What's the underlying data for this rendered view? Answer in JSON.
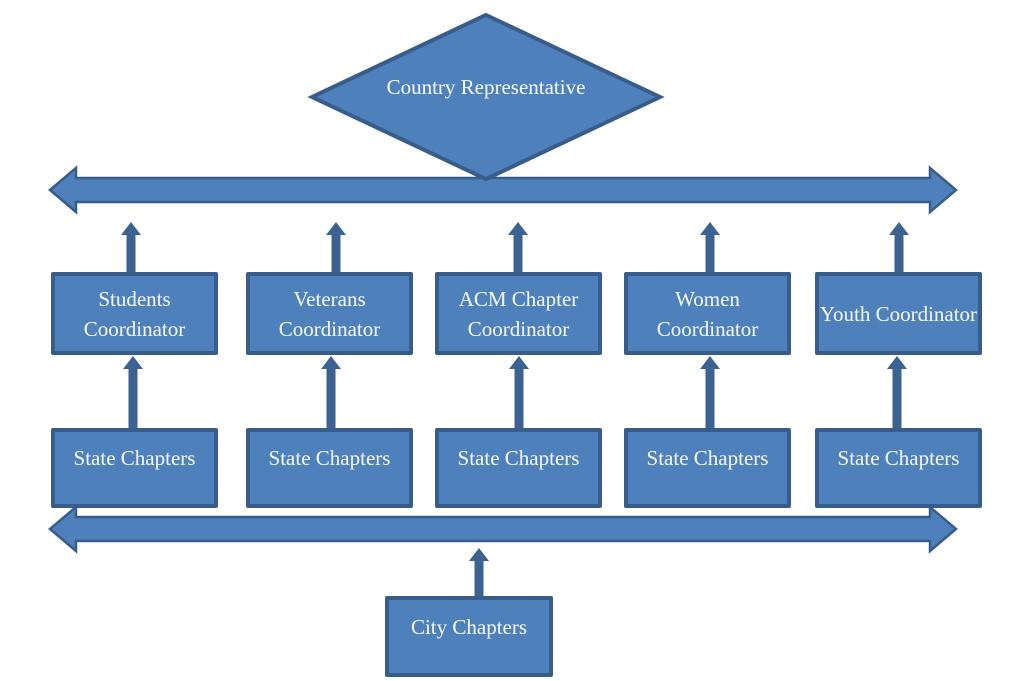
{
  "colors": {
    "node_fill": "#4e80bc",
    "node_border": "#385d8a",
    "arrow_fill": "#3b6291",
    "label_color": "#f6f8fb",
    "page_bg": "#ffffff"
  },
  "nodes": {
    "root": {
      "label": "Country Representative"
    },
    "coordinators": [
      {
        "label": "Students Coordinator"
      },
      {
        "label": "Veterans Coordinator"
      },
      {
        "label": "ACM Chapter Coordinator"
      },
      {
        "label": "Women Coordinator"
      },
      {
        "label": "Youth Coordinator"
      }
    ],
    "state_chapters": [
      {
        "label": "State Chapters"
      },
      {
        "label": "State Chapters"
      },
      {
        "label": "State Chapters"
      },
      {
        "label": "State Chapters"
      },
      {
        "label": "State Chapters"
      }
    ],
    "city": {
      "label": "City Chapters"
    }
  }
}
